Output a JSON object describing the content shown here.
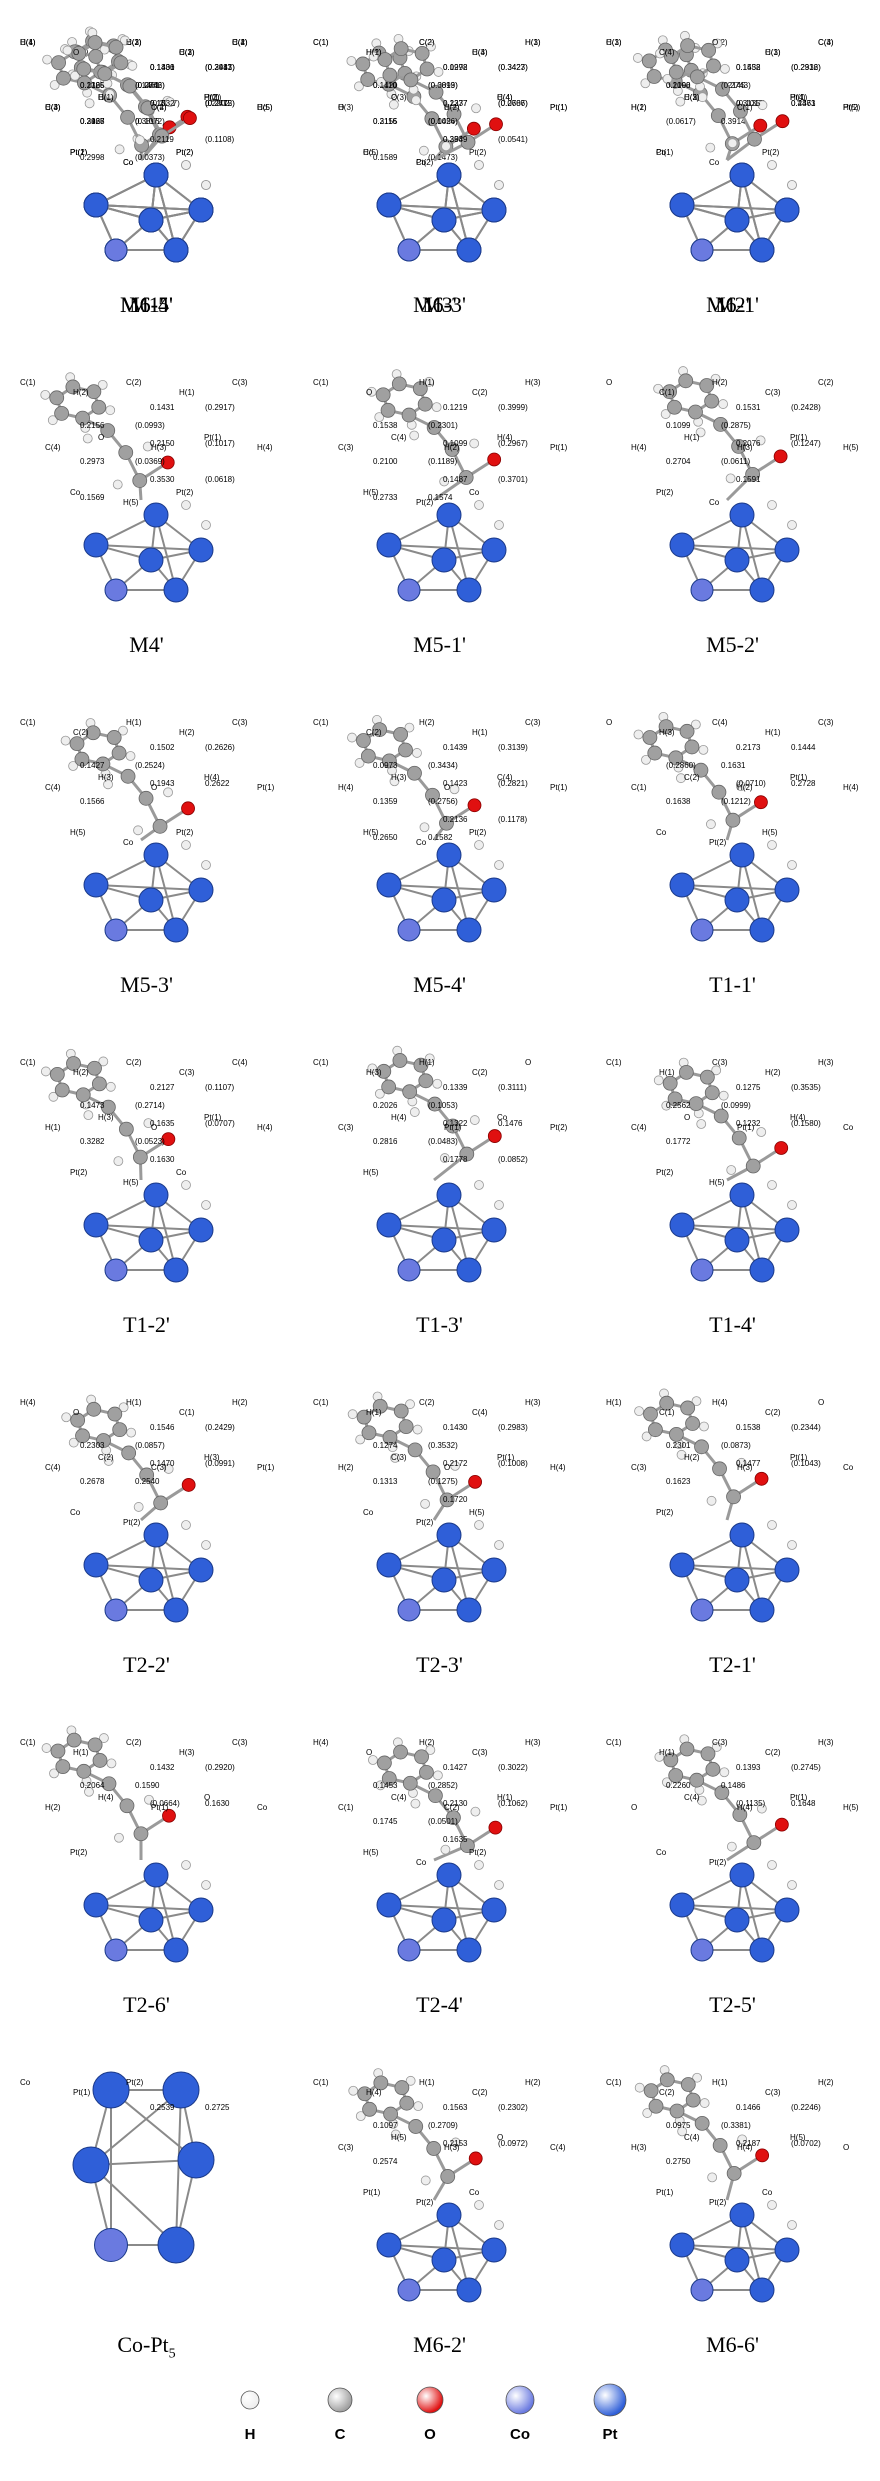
{
  "panels": [
    {
      "label": "M1'",
      "values": [
        "0.1300",
        "(0.3413)",
        "0.2100",
        "0.1461",
        "(0.2837)",
        "0.2202",
        "0.2468",
        "0.3896"
      ],
      "atoms": [
        "C(1)",
        "H(2)",
        "C(3)",
        "C(2)",
        "H(1)",
        "C(4)",
        "H(3)",
        "O",
        "Pt(1)",
        "Co",
        "Pt(2)"
      ]
    },
    {
      "label": "M3'",
      "values": [
        "0.1298",
        "(0.3423)",
        "0.2110",
        "(0.0899)",
        "0.2237",
        "(0.0607)",
        "0.3116",
        "(0.0454)",
        "0.2530",
        "(0.0541)",
        "0.1589",
        "(0.1473)"
      ],
      "atoms": [
        "C(1)",
        "H(2)",
        "C(2)",
        "C(3)",
        "H(1)",
        "H(3)",
        "O",
        "C(4)",
        "H(4)",
        "Pt(1)",
        "H(5)",
        "Co",
        "Pt(2)"
      ]
    },
    {
      "label": "M2'",
      "values": [
        "0.1438",
        "(0.2932)",
        "0.2100",
        "0.2145",
        "(0.1017)",
        "0.2463",
        "(0.0617)",
        "0.3914"
      ],
      "atoms": [
        "C(1)",
        "H(2)",
        "C(2)",
        "C(3)",
        "C(4)",
        "H(1)",
        "H(3)",
        "O",
        "Pt(1)",
        "Pt(2)",
        "Co"
      ]
    },
    {
      "label": "M4'",
      "values": [
        "0.1431",
        "(0.2917)",
        "0.2156",
        "(0.0993)",
        "0.2150",
        "(0.1017)",
        "0.2973",
        "(0.0369)",
        "0.3530",
        "(0.0618)",
        "0.1569"
      ],
      "atoms": [
        "C(1)",
        "H(2)",
        "C(2)",
        "H(1)",
        "C(3)",
        "C(4)",
        "O",
        "H(3)",
        "Pt(1)",
        "H(4)",
        "Co",
        "H(5)",
        "Pt(2)"
      ]
    },
    {
      "label": "M5-1'",
      "values": [
        "0.1219",
        "(0.3999)",
        "0.1538",
        "(0.2301)",
        "0.1099",
        "(0.2967)",
        "0.2100",
        "(0.1189)",
        "0.1487",
        "(0.3701)",
        "0.2733",
        "0.1574"
      ],
      "atoms": [
        "C(1)",
        "O",
        "H(1)",
        "C(2)",
        "H(3)",
        "C(3)",
        "C(4)",
        "H(2)",
        "H(4)",
        "Pt(1)",
        "H(5)",
        "Pt(2)",
        "Co"
      ]
    },
    {
      "label": "M5-2'",
      "values": [
        "0.1531",
        "(0.2428)",
        "0.1099",
        "(0.2875)",
        "0.2076",
        "(0.1247)",
        "0.2704",
        "(0.0611)",
        "0.1591"
      ],
      "atoms": [
        "O",
        "C(1)",
        "H(2)",
        "C(3)",
        "C(2)",
        "H(4)",
        "H(1)",
        "H(3)",
        "Pt(1)",
        "H(5)",
        "Pt(2)",
        "Co"
      ]
    },
    {
      "label": "M5-3'",
      "values": [
        "0.1502",
        "(0.2626)",
        "0.1427",
        "(0.2524)",
        "0.1943",
        "0.2622",
        "0.1566"
      ],
      "atoms": [
        "C(1)",
        "C(2)",
        "H(1)",
        "H(2)",
        "C(3)",
        "C(4)",
        "H(3)",
        "O",
        "H(4)",
        "Pt(1)",
        "H(5)",
        "Co",
        "Pt(2)"
      ]
    },
    {
      "label": "M5-4'",
      "values": [
        "0.1439",
        "(0.3139)",
        "0.0973",
        "(0.3434)",
        "0.1423",
        "(0.2821)",
        "0.1359",
        "(0.2756)",
        "0.2136",
        "(0.1178)",
        "0.2650",
        "0.1582"
      ],
      "atoms": [
        "C(1)",
        "C(2)",
        "H(2)",
        "H(1)",
        "C(3)",
        "H(4)",
        "H(3)",
        "O",
        "C(4)",
        "Pt(1)",
        "H(5)",
        "Co",
        "Pt(2)"
      ]
    },
    {
      "label": "T1-1'",
      "values": [
        "0.2173",
        "0.1444",
        "(0.2860)",
        "0.1631",
        "(0.0710)",
        "0.2728",
        "0.1638",
        "(0.1212)"
      ],
      "atoms": [
        "O",
        "H(3)",
        "C(4)",
        "H(1)",
        "C(3)",
        "C(1)",
        "C(2)",
        "H(2)",
        "Pt(1)",
        "H(4)",
        "Co",
        "Pt(2)",
        "H(5)"
      ]
    },
    {
      "label": "T1-2'",
      "values": [
        "0.2127",
        "(0.1107)",
        "0.1473",
        "(0.2714)",
        "0.1635",
        "(0.0707)",
        "0.3282",
        "(0.0523)",
        "0.1630"
      ],
      "atoms": [
        "C(1)",
        "H(2)",
        "C(2)",
        "C(3)",
        "C(4)",
        "H(1)",
        "H(3)",
        "O",
        "Pt(1)",
        "H(4)",
        "Pt(2)",
        "H(5)",
        "Co"
      ]
    },
    {
      "label": "T1-3'",
      "values": [
        "0.1339",
        "(0.3111)",
        "0.2026",
        "(0.1053)",
        "0.1322",
        "0.1476",
        "0.2816",
        "(0.0483)",
        "0.1778",
        "(0.0852)"
      ],
      "atoms": [
        "C(1)",
        "H(3)",
        "H(1)",
        "C(2)",
        "O",
        "C(3)",
        "H(4)",
        "Pt(1)",
        "Co",
        "Pt(2)",
        "H(5)"
      ]
    },
    {
      "label": "T1-4'",
      "values": [
        "0.1275",
        "(0.3535)",
        "0.2562",
        "(0.0999)",
        "0.1232",
        "(0.1580)",
        "0.1772"
      ],
      "atoms": [
        "C(1)",
        "H(1)",
        "C(3)",
        "H(2)",
        "H(3)",
        "C(4)",
        "O",
        "Pt(1)",
        "H(4)",
        "Co",
        "Pt(2)",
        "H(5)"
      ]
    },
    {
      "label": "T2-2'",
      "values": [
        "0.1546",
        "(0.2429)",
        "0.2303",
        "(0.0857)",
        "0.1470",
        "(0.0991)",
        "0.2678",
        "0.2540"
      ],
      "atoms": [
        "H(4)",
        "O",
        "H(1)",
        "C(1)",
        "H(2)",
        "C(4)",
        "C(2)",
        "C(3)",
        "H(3)",
        "Pt(1)",
        "Co",
        "Pt(2)"
      ]
    },
    {
      "label": "T2-3'",
      "values": [
        "0.1430",
        "(0.2983)",
        "0.1274",
        "(0.3532)",
        "0.2172",
        "(0.1008)",
        "0.1313",
        "(0.1275)",
        "0.1720"
      ],
      "atoms": [
        "C(1)",
        "H(1)",
        "C(2)",
        "C(4)",
        "H(3)",
        "H(2)",
        "C(3)",
        "O",
        "Pt(1)",
        "H(4)",
        "Co",
        "Pt(2)",
        "H(5)"
      ]
    },
    {
      "label": "T2-1'",
      "values": [
        "0.1538",
        "(0.2344)",
        "0.2301",
        "(0.0873)",
        "0.1477",
        "(0.1043)",
        "0.1623"
      ],
      "atoms": [
        "H(1)",
        "C(1)",
        "H(4)",
        "C(2)",
        "O",
        "C(3)",
        "H(2)",
        "H(3)",
        "Pt(1)",
        "Co",
        "Pt(2)"
      ]
    },
    {
      "label": "T2-6'",
      "values": [
        "0.1432",
        "(0.2920)",
        "0.2064",
        "0.1590",
        "(0.0664)",
        "0.1630"
      ],
      "atoms": [
        "C(1)",
        "H(1)",
        "C(2)",
        "H(3)",
        "C(3)",
        "H(2)",
        "H(4)",
        "Pt(1)",
        "O",
        "Co",
        "Pt(2)"
      ]
    },
    {
      "label": "T2-4'",
      "values": [
        "0.1427",
        "(0.3022)",
        "0.1453",
        "(0.2852)",
        "0.2130",
        "(0.1062)",
        "0.1745",
        "(0.0501)",
        "0.1635"
      ],
      "atoms": [
        "H(4)",
        "O",
        "H(2)",
        "C(3)",
        "H(3)",
        "C(1)",
        "C(4)",
        "C(2)",
        "H(1)",
        "Pt(1)",
        "H(5)",
        "Co",
        "Pt(2)"
      ]
    },
    {
      "label": "T2-5'",
      "values": [
        "0.1393",
        "(0.2745)",
        "0.2260",
        "0.1486",
        "(0.1135)",
        "0.1648"
      ],
      "atoms": [
        "C(1)",
        "H(1)",
        "C(3)",
        "C(2)",
        "H(3)",
        "O",
        "C(4)",
        "H(4)",
        "Pt(1)",
        "H(5)",
        "Co",
        "Pt(2)"
      ]
    },
    {
      "label": "Co-Pt5",
      "values": [
        "0.2539",
        "0.2725"
      ],
      "atoms": [
        "Co",
        "Pt(1)",
        "Pt(2)"
      ]
    },
    {
      "label": "M6-2'",
      "values": [
        "0.1563",
        "(0.2302)",
        "0.1097",
        "(0.2709)",
        "0.2153",
        "(0.0972)",
        "0.2574"
      ],
      "atoms": [
        "C(1)",
        "H(4)",
        "H(1)",
        "C(2)",
        "H(2)",
        "C(3)",
        "H(5)",
        "H(3)",
        "O",
        "C(4)",
        "Pt(1)",
        "Pt(2)",
        "Co"
      ]
    },
    {
      "label": "M6-6'",
      "values": [
        "0.1466",
        "(0.2246)",
        "0.0975",
        "(0.3381)",
        "0.2187",
        "(0.0702)",
        "0.2750"
      ],
      "atoms": [
        "C(1)",
        "C(2)",
        "H(1)",
        "C(3)",
        "H(2)",
        "H(3)",
        "C(4)",
        "H(4)",
        "H(5)",
        "O",
        "Pt(1)",
        "Pt(2)",
        "Co"
      ]
    },
    {
      "label": "M6-5'",
      "values": [
        "0.1436",
        "(0.2481)",
        "0.2128",
        "(0.0886)",
        "0.1098",
        "(0.2775)",
        "0.3925"
      ],
      "atoms": [
        "H(4)",
        "O",
        "C(1)",
        "H(1)",
        "C(2)",
        "C(3)",
        "H(3)",
        "C(4)",
        "H(2)",
        "H(5)",
        "Pt(1)",
        "Co",
        "Pt(2)"
      ]
    },
    {
      "label": "M6-3'",
      "values": [
        "0.0972",
        "(0.3427)",
        "0.1420",
        "(0.3013)",
        "0.1377",
        "(0.2786)",
        "0.2155",
        "(0.1026)",
        "0.3949"
      ],
      "atoms": [
        "C(1)",
        "H(1)",
        "C(2)",
        "H(4)",
        "H(3)",
        "O",
        "C(3)",
        "H(2)",
        "C(4)",
        "Pt(1)",
        "Co",
        "Pt(2)"
      ]
    },
    {
      "label": "M6-1'",
      "values": [
        "0.1552",
        "(0.2316)",
        "0.1098",
        "(0.2743)",
        "0.3135",
        "0.4371"
      ],
      "atoms": [
        "H(3)",
        "C(4)",
        "O",
        "H(1)",
        "C(3)",
        "H(2)",
        "C(2)",
        "C(1)",
        "H(4)",
        "H(5)",
        "Pt(1)",
        "Co",
        "Pt(2)"
      ]
    },
    {
      "label": "M6-4'",
      "values": [
        "0.1431",
        "(0.2947)",
        "0.1385",
        "(0.2742)",
        "0.1532",
        "(0.2412)",
        "0.2127",
        "(0.1072)",
        "0.2119",
        "(0.1108)",
        "0.2998",
        "(0.0373)"
      ],
      "atoms": [
        "H(4)",
        "O",
        "H(2)",
        "C(3)",
        "C(4)",
        "H(3)",
        "C(1)",
        "C(2)",
        "H(1)",
        "H(5)",
        "Pt(1)",
        "Co",
        "Pt(2)"
      ]
    }
  ],
  "legend": [
    {
      "label": "H",
      "color": "#eeeeee"
    },
    {
      "label": "C",
      "color": "#a0a0a0"
    },
    {
      "label": "O",
      "color": "#e01010"
    },
    {
      "label": "Co",
      "color": "#6a7ae0"
    },
    {
      "label": "Pt",
      "color": "#2f5fd8"
    }
  ],
  "colors": {
    "H": "#eeeeee",
    "C": "#a0a0a0",
    "O": "#e01010",
    "Co": "#6a7ae0",
    "Pt": "#2f5fd8"
  }
}
